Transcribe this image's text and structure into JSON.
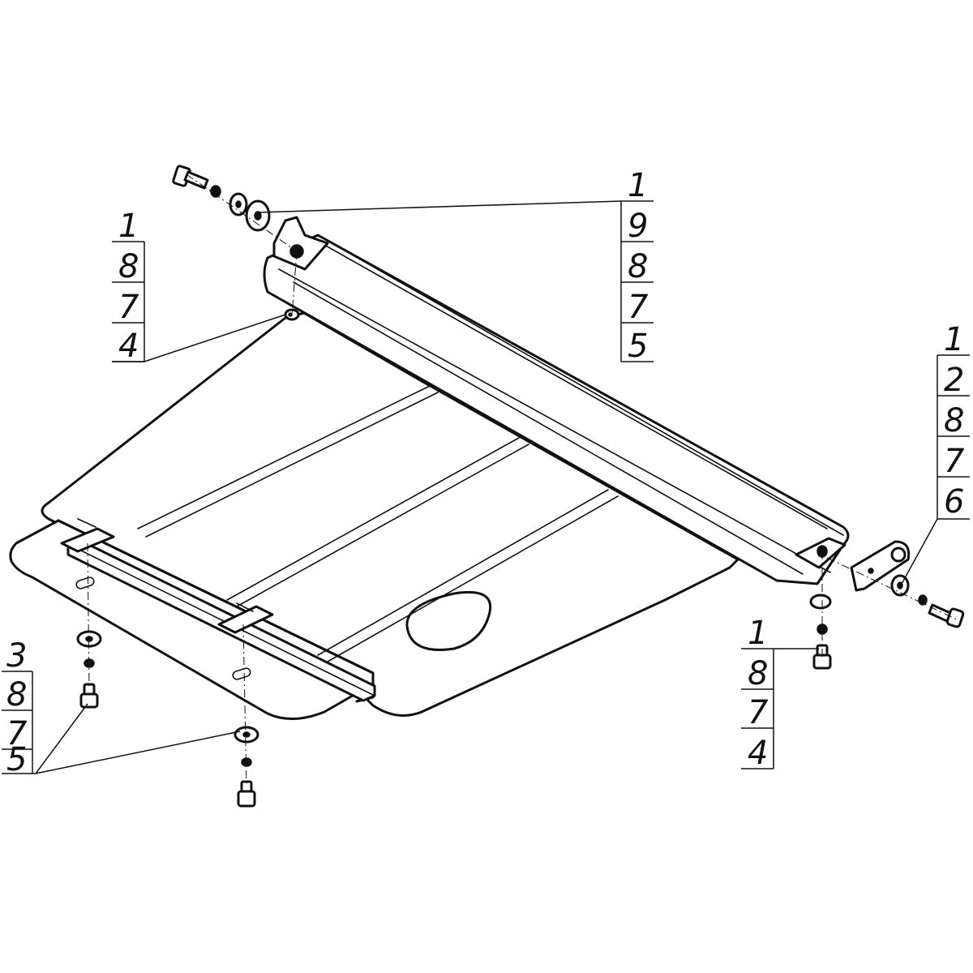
{
  "callouts": {
    "top_left": [
      "1",
      "8",
      "7",
      "4"
    ],
    "top_right": [
      "1",
      "9",
      "8",
      "7",
      "5"
    ],
    "right": [
      "1",
      "2",
      "8",
      "7",
      "6"
    ],
    "bottom_left": [
      "3",
      "8",
      "7",
      "5"
    ],
    "bottom_right": [
      "1",
      "8",
      "7",
      "4"
    ]
  }
}
